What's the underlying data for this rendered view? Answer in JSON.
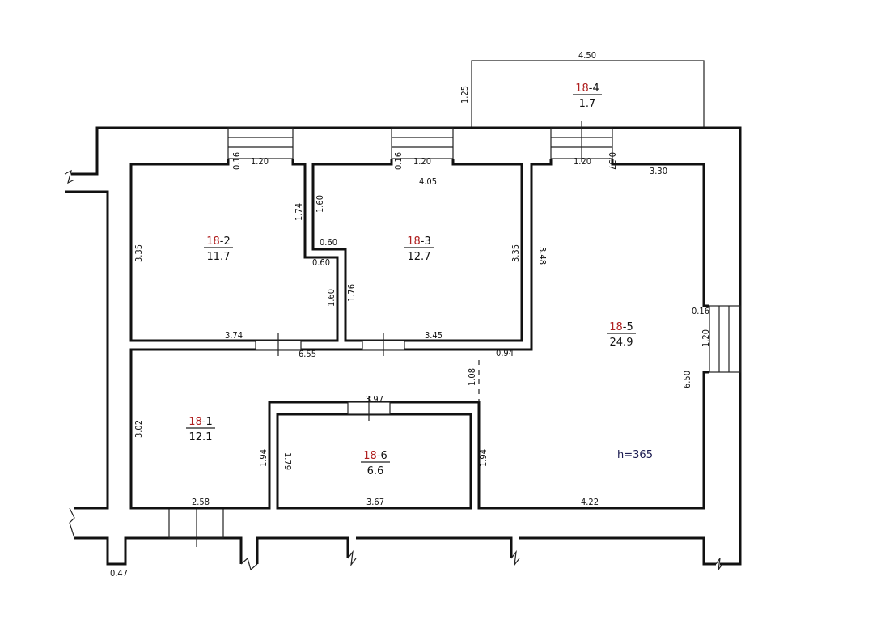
{
  "plan": {
    "colors": {
      "room_prefix": "#b02020",
      "lines": "#111111"
    },
    "height_note": "h=365",
    "rooms": [
      {
        "id": "18-1",
        "prefix": "18",
        "suffix": "-1",
        "area": "12.1"
      },
      {
        "id": "18-2",
        "prefix": "18",
        "suffix": "-2",
        "area": "11.7"
      },
      {
        "id": "18-3",
        "prefix": "18",
        "suffix": "-3",
        "area": "12.7"
      },
      {
        "id": "18-4",
        "prefix": "18",
        "suffix": "-4",
        "area": "1.7"
      },
      {
        "id": "18-5",
        "prefix": "18",
        "suffix": "-5",
        "area": "24.9"
      },
      {
        "id": "18-6",
        "prefix": "18",
        "suffix": "-6",
        "area": "6.6"
      }
    ],
    "dims": {
      "balcony_w": "4.50",
      "balcony_h": "1.25",
      "r2_win_off": "0.16",
      "r2_win": "1.20",
      "r2_left": "3.35",
      "r2_bottom": "3.74",
      "r2_right_top": "1.74",
      "r2_right_bot": "1.60",
      "r2_step": "0.60",
      "r3_win_off": "0.16",
      "r3_win": "1.20",
      "r3_top": "4.05",
      "r3_left_top": "1.60",
      "r3_step": "0.60",
      "r3_left_bot": "1.76",
      "r3_right": "3.35",
      "r3_bottom": "3.45",
      "r5_win": "1.20",
      "r5_win_off": "0.37",
      "r5_top": "3.30",
      "r5_left": "3.48",
      "r5_rwin_off": "0.16",
      "r5_rwin": "1.20",
      "r5_right": "6.50",
      "r5_notch": "0.94",
      "hall_top": "6.55",
      "hall_notch": "1.08",
      "r1_left": "3.02",
      "r1_bottom": "2.58",
      "r6_top": "3.97",
      "r6_left_out": "1.94",
      "r6_left_in": "1.79",
      "r6_right": "1.94",
      "r6_bottom": "3.67",
      "r5_bottom": "4.22",
      "stub": "0.47"
    }
  }
}
